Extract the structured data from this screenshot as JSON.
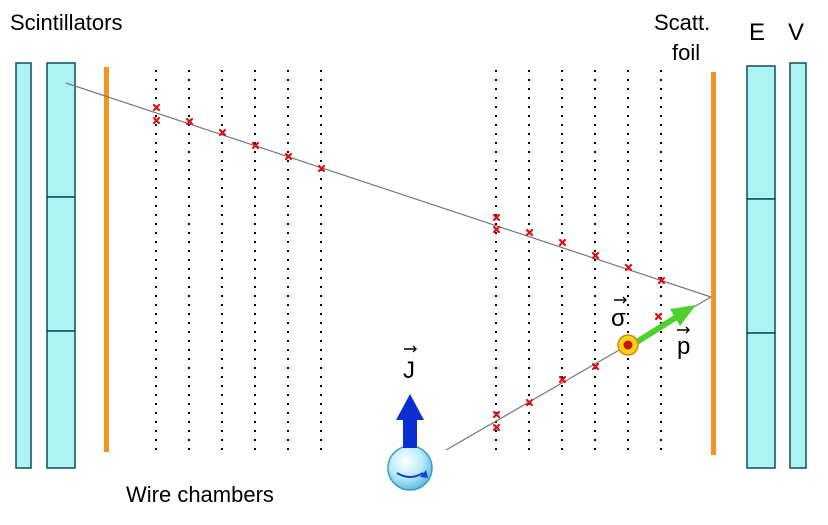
{
  "labels": {
    "scintillators": "Scintillators",
    "scatt_line1": "Scatt.",
    "scatt_line2": "foil",
    "e_detector": "E",
    "v_detector": "V",
    "wire_chambers": "Wire chambers",
    "spin_J": "J",
    "spin_sigma": "σ",
    "momentum_p": "p"
  },
  "colors": {
    "scintillator_fill": "#aef3f3",
    "foil": "#f39420",
    "hit": "#e01010",
    "track": "#777777",
    "spin_arrow": "#0a2fd0",
    "momentum_arrow": "#4ed02a",
    "source": "#b8ecfb"
  },
  "icons": {
    "source": "spinning-nucleus-icon",
    "spin_arrow": "up-arrow-icon",
    "hit_marker": "cross-icon"
  }
}
